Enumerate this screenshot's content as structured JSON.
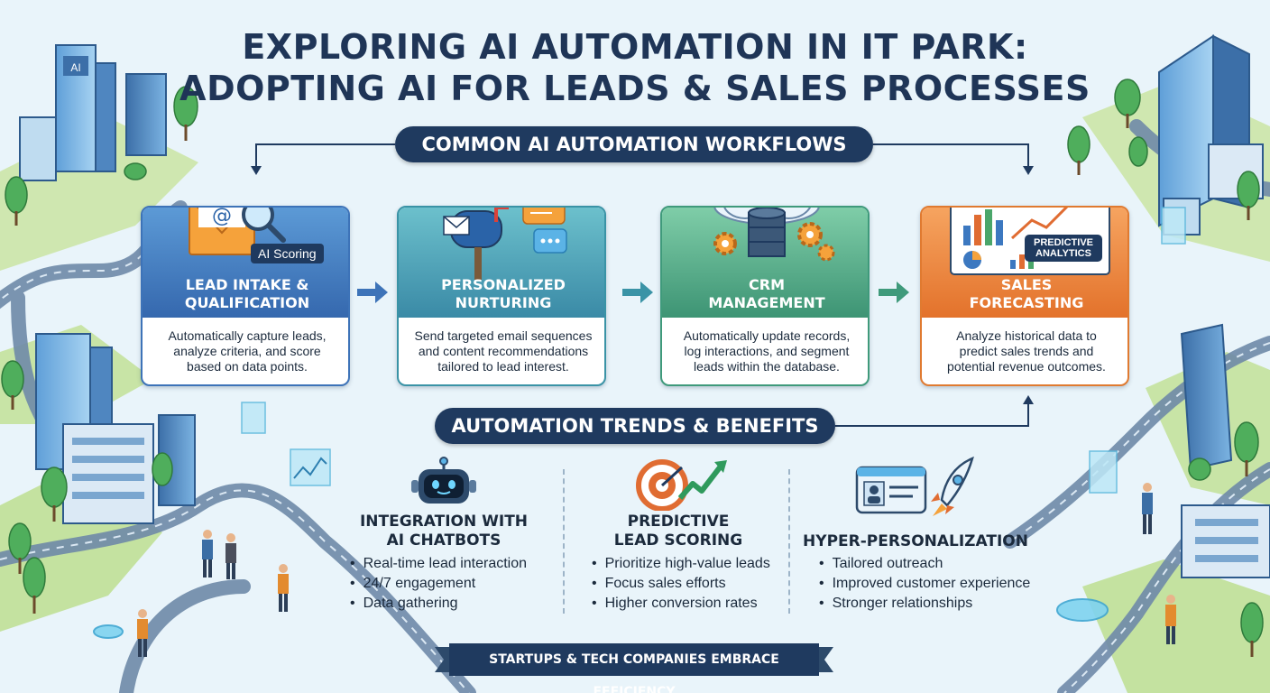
{
  "title": {
    "line1": "EXPLORING AI AUTOMATION IN IT PARK:",
    "line2": "ADOPTING AI FOR LEADS & SALES PROCESSES"
  },
  "workflows": {
    "heading": "COMMON AI AUTOMATION WORKFLOWS",
    "cards": [
      {
        "title": [
          "LEAD INTAKE &",
          "QUALIFICATION"
        ],
        "badge": "AI Scoring",
        "description": [
          "Automatically capture leads,",
          "analyze criteria, and score",
          "based on data points."
        ],
        "icon": "envelope-magnifier-icon",
        "accent": "#3568ae"
      },
      {
        "title": [
          "PERSONALIZED",
          "NURTURING"
        ],
        "description": [
          "Send targeted email sequences",
          "and content recommendations",
          "tailored to lead interest."
        ],
        "icon": "mailbox-chat-icon",
        "accent": "#3a8aa6"
      },
      {
        "title": [
          "CRM",
          "MANAGEMENT"
        ],
        "description": [
          "Automatically update records,",
          "log interactions, and segment",
          "leads within the database."
        ],
        "icon": "database-cloud-gears-icon",
        "accent": "#3d9474"
      },
      {
        "title": [
          "SALES",
          "FORECASTING"
        ],
        "badge": [
          "PREDICTIVE",
          "ANALYTICS"
        ],
        "description": [
          "Analyze historical data to",
          "predict sales trends and",
          "potential revenue outcomes."
        ],
        "icon": "analytics-dashboard-icon",
        "accent": "#e3722b"
      }
    ]
  },
  "trends": {
    "heading": "AUTOMATION TRENDS & BENEFITS",
    "items": [
      {
        "title": [
          "INTEGRATION WITH",
          "AI CHATBOTS"
        ],
        "bullets": [
          "Real-time lead interaction",
          "24/7 engagement",
          "Data gathering"
        ],
        "icon": "robot-icon"
      },
      {
        "title": [
          "PREDICTIVE",
          "LEAD SCORING"
        ],
        "bullets": [
          "Prioritize high-value leads",
          "Focus sales efforts",
          "Higher conversion rates"
        ],
        "icon": "target-growth-icon"
      },
      {
        "title": [
          "HYPER-PERSONALIZATION"
        ],
        "bullets": [
          "Tailored outreach",
          "Improved customer experience",
          "Stronger relationships"
        ],
        "icon": "id-card-rocket-icon"
      }
    ]
  },
  "footer": {
    "tagline": "STARTUPS & TECH COMPANIES EMBRACE EFFICIENCY"
  },
  "colors": {
    "navy": "#1f3a5f",
    "title": "#1f3557",
    "background": "#e9f4fa",
    "road": "#6f8aa8",
    "park": "#b7dc8e"
  }
}
